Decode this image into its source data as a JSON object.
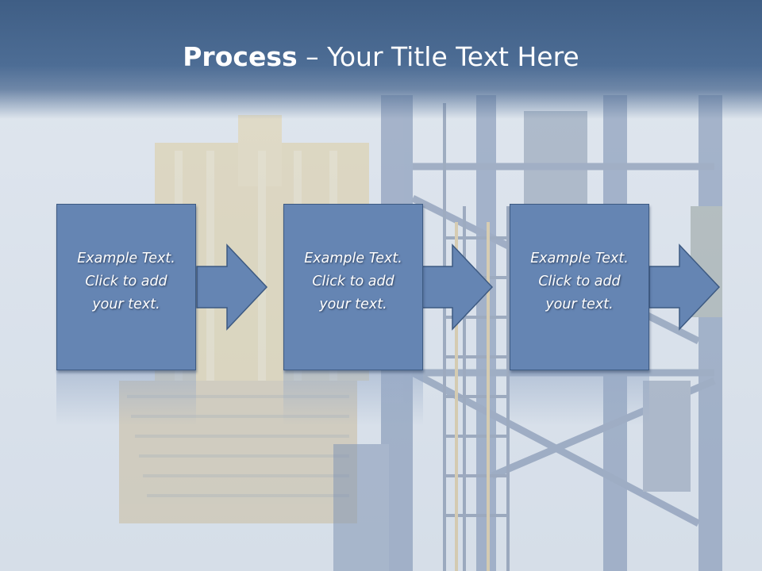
{
  "title": {
    "bold": "Process",
    "rest": " – Your Title Text Here"
  },
  "steps": [
    {
      "text": "Example Text.\nClick  to add\nyour text."
    },
    {
      "text": "Example Text.\nClick  to add\nyour text."
    },
    {
      "text": "Example Text.\nClick  to add\nyour text."
    }
  ],
  "colors": {
    "title_band": "#3f5e85",
    "box_fill": "#6585b3",
    "box_border": "#3d5a82",
    "text": "#ffffff"
  },
  "icons": [
    "right-arrow-icon"
  ]
}
